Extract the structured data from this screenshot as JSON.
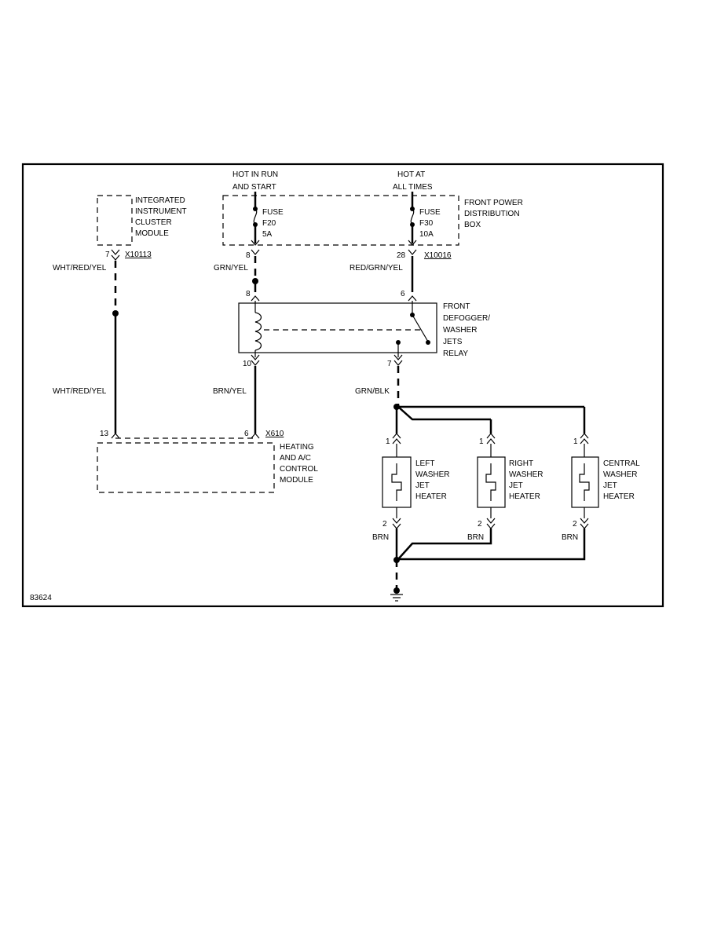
{
  "figure_id": "83624",
  "power_labels": {
    "hot_run_start": [
      "HOT IN RUN",
      "AND START"
    ],
    "hot_all_times": [
      "HOT AT",
      "ALL TIMES"
    ]
  },
  "components": {
    "instrument_cluster": [
      "INTEGRATED",
      "INSTRUMENT",
      "CLUSTER",
      "MODULE"
    ],
    "front_power_box": [
      "FRONT POWER",
      "DISTRIBUTION",
      "BOX"
    ],
    "fuse_f20": [
      "FUSE",
      "F20",
      "5A"
    ],
    "fuse_f30": [
      "FUSE",
      "F30",
      "10A"
    ],
    "relay": [
      "FRONT",
      "DEFOGGER/",
      "WASHER",
      "JETS",
      "RELAY"
    ],
    "hvac_module": [
      "HEATING",
      "AND A/C",
      "CONTROL",
      "MODULE"
    ],
    "left_heater": [
      "LEFT",
      "WASHER",
      "JET",
      "HEATER"
    ],
    "right_heater": [
      "RIGHT",
      "WASHER",
      "JET",
      "HEATER"
    ],
    "central_heater": [
      "CENTRAL",
      "WASHER",
      "JET",
      "HEATER"
    ]
  },
  "connectors": {
    "x10113": "X10113",
    "x10016": "X10016",
    "x610": "X610"
  },
  "pins": {
    "cluster_7": "7",
    "fuse_8": "8",
    "fuse_28": "28",
    "relay_8": "8",
    "relay_6": "6",
    "relay_10": "10",
    "relay_7": "7",
    "hvac_13": "13",
    "hvac_6": "6",
    "left_1": "1",
    "left_2": "2",
    "right_1": "1",
    "right_2": "2",
    "central_1": "1",
    "central_2": "2"
  },
  "wires": {
    "wht_red_yel_top": "WHT/RED/YEL",
    "wht_red_yel_bottom": "WHT/RED/YEL",
    "grn_yel": "GRN/YEL",
    "red_grn_yel": "RED/GRN/YEL",
    "brn_yel": "BRN/YEL",
    "grn_blk": "GRN/BLK",
    "brn_left": "BRN",
    "brn_right": "BRN",
    "brn_central": "BRN"
  }
}
